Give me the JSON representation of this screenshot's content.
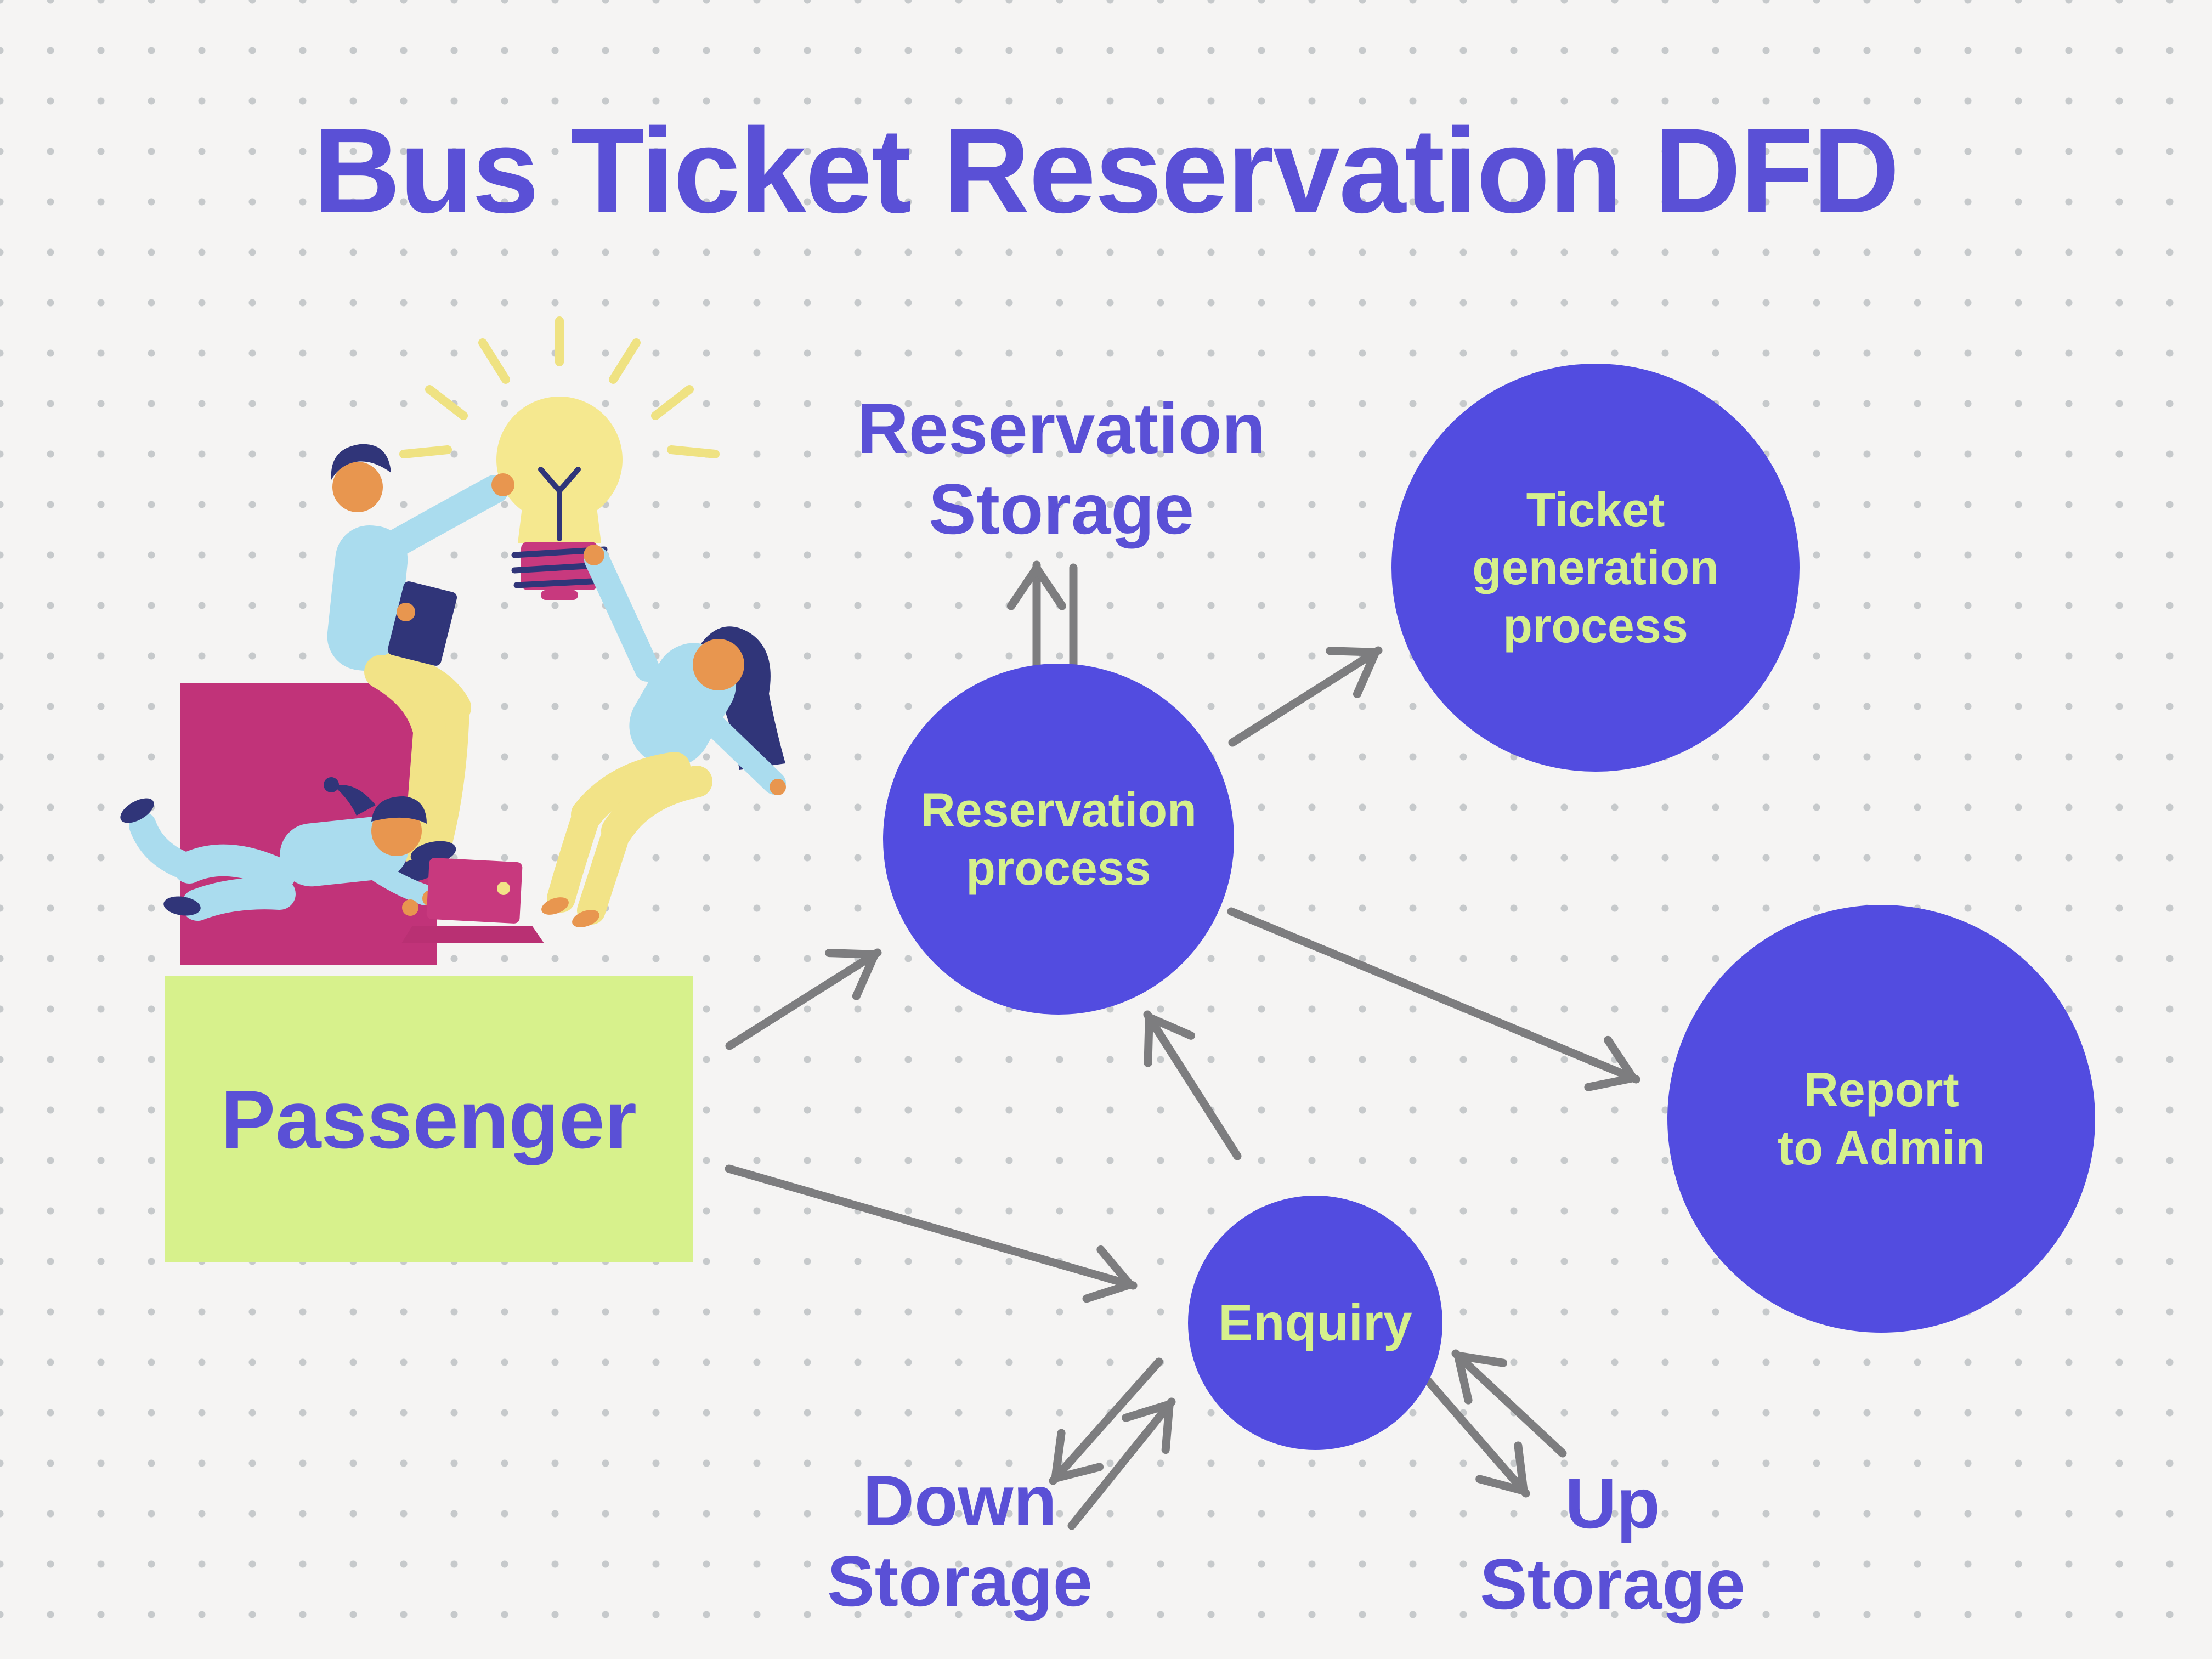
{
  "title": "Bus Ticket Reservation DFD",
  "nodes": {
    "passenger": {
      "label": "Passenger",
      "type": "external-entity",
      "shape": "rectangle",
      "fill": "#d7f18c",
      "text_color": "#5a50d6"
    },
    "reservation_process": {
      "label": "Reservation\nprocess",
      "type": "process",
      "shape": "circle",
      "fill": "#524ce0",
      "text_color": "#d6f08c"
    },
    "ticket_generation": {
      "label": "Ticket\ngeneration\nprocess",
      "type": "process",
      "shape": "circle",
      "fill": "#524ce0",
      "text_color": "#d6f08c"
    },
    "report_to_admin": {
      "label": "Report\nto Admin",
      "type": "process",
      "shape": "circle",
      "fill": "#524ce0",
      "text_color": "#d6f08c"
    },
    "enquiry": {
      "label": "Enquiry",
      "type": "process",
      "shape": "circle",
      "fill": "#524ce0",
      "text_color": "#d6f08c"
    },
    "reservation_storage": {
      "label": "Reservation\nStorage",
      "type": "data-store",
      "shape": "text-label",
      "text_color": "#5a50d6"
    },
    "down_storage": {
      "label": "Down\nStorage",
      "type": "data-store",
      "shape": "text-label",
      "text_color": "#5a50d6"
    },
    "up_storage": {
      "label": "Up\nStorage",
      "type": "data-store",
      "shape": "text-label",
      "text_color": "#5a50d6"
    }
  },
  "flows": [
    {
      "from": "Passenger",
      "to": "Reservation process"
    },
    {
      "from": "Passenger",
      "to": "Enquiry"
    },
    {
      "from": "Reservation process",
      "to": "Reservation Storage",
      "bidirectional": true
    },
    {
      "from": "Reservation process",
      "to": "Ticket generation process"
    },
    {
      "from": "Reservation process",
      "to": "Report to Admin"
    },
    {
      "from": "Enquiry",
      "to": "Reservation process"
    },
    {
      "from": "Enquiry",
      "to": "Down Storage",
      "bidirectional": true
    },
    {
      "from": "Enquiry",
      "to": "Up Storage",
      "bidirectional": true
    }
  ],
  "illustration": {
    "name": "team-brainstorm-illustration",
    "elements": [
      "lightbulb-icon",
      "idea-rays",
      "person-sitting-male",
      "person-reclining-female",
      "person-lying-female",
      "laptop-icon",
      "pink-block"
    ]
  },
  "colors": {
    "background": "#f5f4f3",
    "dot_grid": "#c6c9cb",
    "title_text": "#5a50d6",
    "process_fill": "#524ce0",
    "process_text": "#d6f08c",
    "entity_fill": "#d7f18c",
    "arrow": "#7d7d7f",
    "illustration_magenta": "#c13379",
    "illustration_navy": "#303579",
    "illustration_blue": "#aadcee",
    "illustration_yellow": "#f2e387",
    "illustration_skin": "#e8964f"
  }
}
